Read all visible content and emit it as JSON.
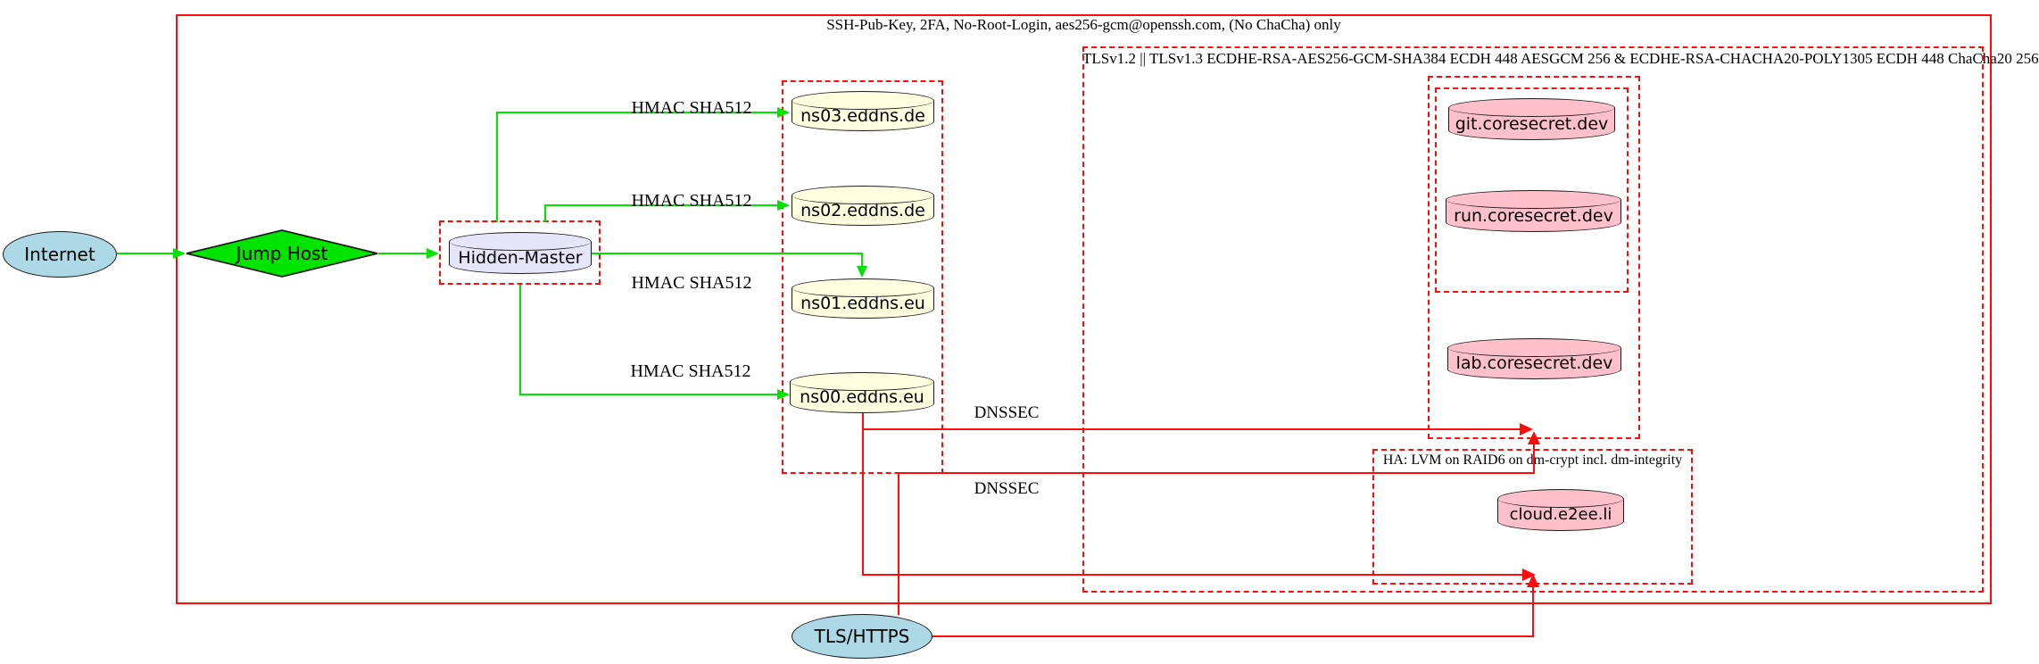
{
  "colors": {
    "green": "#00e400",
    "red": "#fe0b0b",
    "node-blue": "#add8e6",
    "node-yellow": "#ffffe0",
    "node-pink": "#ffc0cb",
    "node-lavender": "#e6e6fa",
    "stroke": "#1a1a1a"
  },
  "clusters": {
    "ssh_label": "SSH-Pub-Key, 2FA, No-Root-Login, aes256-gcm@openssh.com, (No ChaCha) only",
    "tls_label": "TLSv1.2 || TLSv1.3 ECDHE-RSA-AES256-GCM-SHA384 ECDH 448 AESGCM 256 & ECDHE-RSA-CHACHA20-POLY1305 ECDH 448 ChaCha20 256",
    "ha_label": "HA: LVM on RAID6 on dm-crypt incl. dm-integrity"
  },
  "nodes": {
    "internet": "Internet",
    "jump_host": "Jump Host",
    "hidden_master": "Hidden-Master",
    "ns03": "ns03.eddns.de",
    "ns02": "ns02.eddns.de",
    "ns01": "ns01.eddns.eu",
    "ns00": "ns00.eddns.eu",
    "git": "git.coresecret.dev",
    "run": "run.coresecret.dev",
    "lab": "lab.coresecret.dev",
    "cloud": "cloud.e2ee.li",
    "tls": "TLS/HTTPS"
  },
  "edge_labels": {
    "hmac": "HMAC SHA512",
    "dnssec": "DNSSEC"
  }
}
